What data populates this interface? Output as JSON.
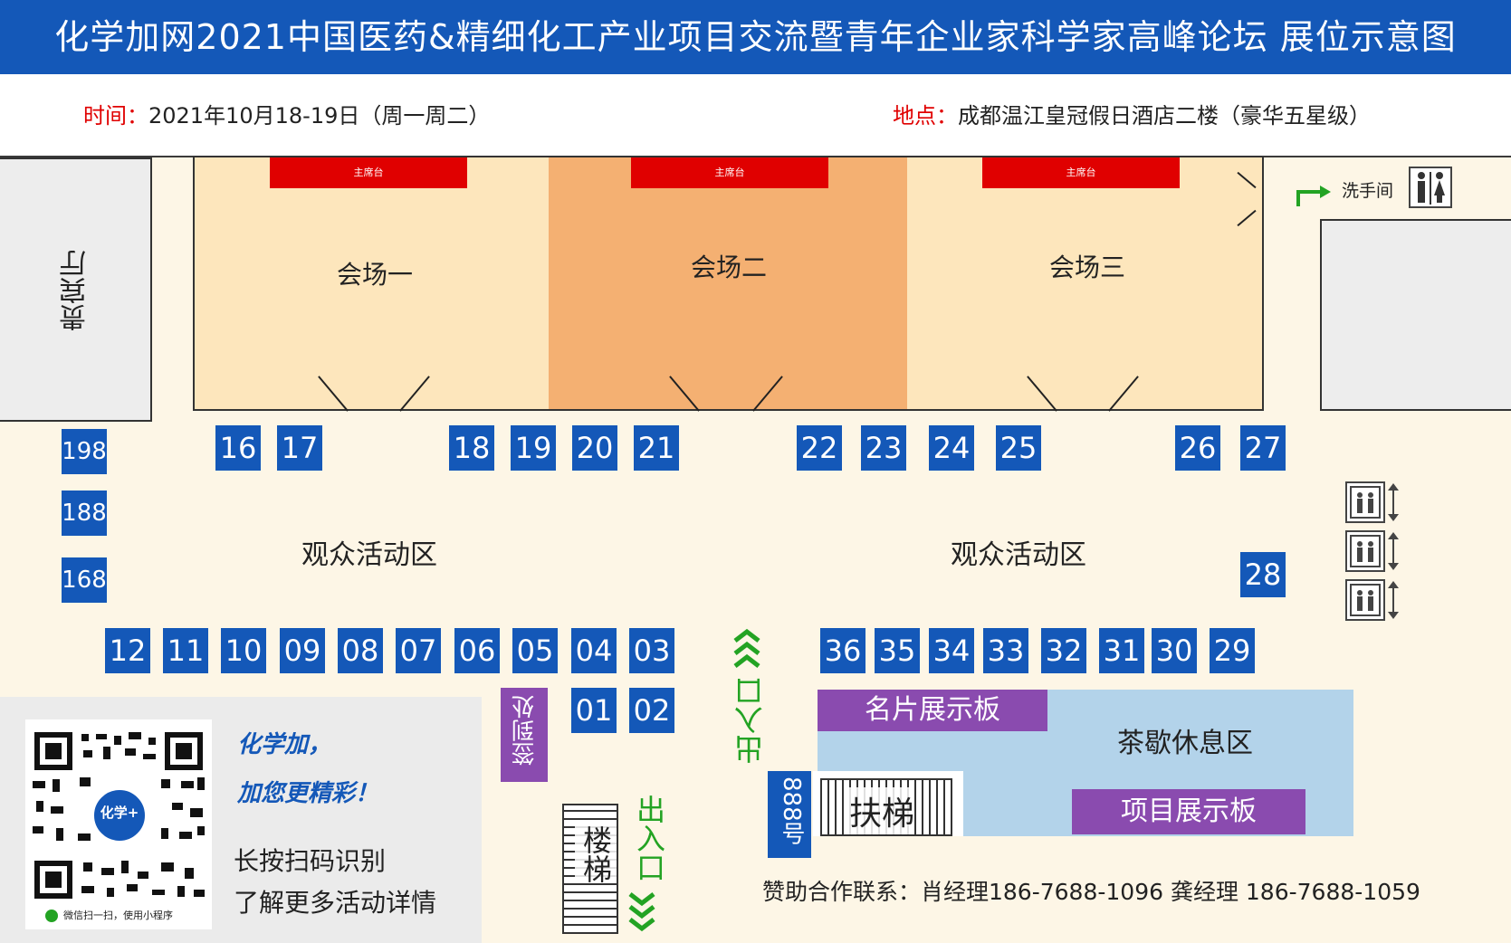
{
  "header": {
    "title": "化学加网2021中国医药&精细化工产业项目交流暨青年企业家科学家高峰论坛  展位示意图"
  },
  "info": {
    "time_label": "时间：",
    "time_value": "2021年10月18-19日（周一周二）",
    "place_label": "地点：",
    "place_value": "成都温江皇冠假日酒店二楼（豪华五星级）"
  },
  "halls": [
    {
      "name": "会场一",
      "stage": "主席台",
      "color": "#fde6bc"
    },
    {
      "name": "会场二",
      "stage": "主席台",
      "color": "#f4b072"
    },
    {
      "name": "会场三",
      "stage": "主席台",
      "color": "#fde6bc"
    }
  ],
  "rooms": {
    "vip": "贵宾厅",
    "washroom": "洗手间"
  },
  "zones": {
    "audience_left": "观众活动区",
    "audience_right": "观众活动区",
    "tea": "茶歇休息区"
  },
  "booths": {
    "top_row": [
      "16",
      "17",
      "18",
      "19",
      "20",
      "21",
      "22",
      "23",
      "24",
      "25",
      "26",
      "27"
    ],
    "left_col": [
      "198",
      "188",
      "168"
    ],
    "right": "28",
    "bottom_left": [
      "12",
      "11",
      "10",
      "09",
      "08",
      "07",
      "06",
      "05",
      "04",
      "03"
    ],
    "bottom_right": [
      "36",
      "35",
      "34",
      "33",
      "32",
      "31",
      "30",
      "29"
    ],
    "entrance_pair": [
      "01",
      "02"
    ],
    "special": "888号"
  },
  "labels": {
    "signin": "签到处",
    "entrance_main": "出入口",
    "entrance_stairs": "出入口",
    "stairs": "楼梯",
    "escalator": "扶梯",
    "card_board": "名片展示板",
    "project_board": "项目展示板",
    "sponsor": "赞助合作联系：肖经理186-7688-1096  龚经理 186-7688-1059"
  },
  "qr": {
    "slogan_line1": "化学加，",
    "slogan_line2": "加您更精彩！",
    "text_line1": "长按扫码识别",
    "text_line2": "了解更多活动详情",
    "badge": "化学+",
    "caption": "微信扫一扫，使用小程序"
  },
  "colors": {
    "brand_blue": "#1458b8",
    "stage_red": "#e00000",
    "purple": "#8a4baf",
    "tea_blue": "#b3d3ea",
    "green": "#23a323"
  }
}
